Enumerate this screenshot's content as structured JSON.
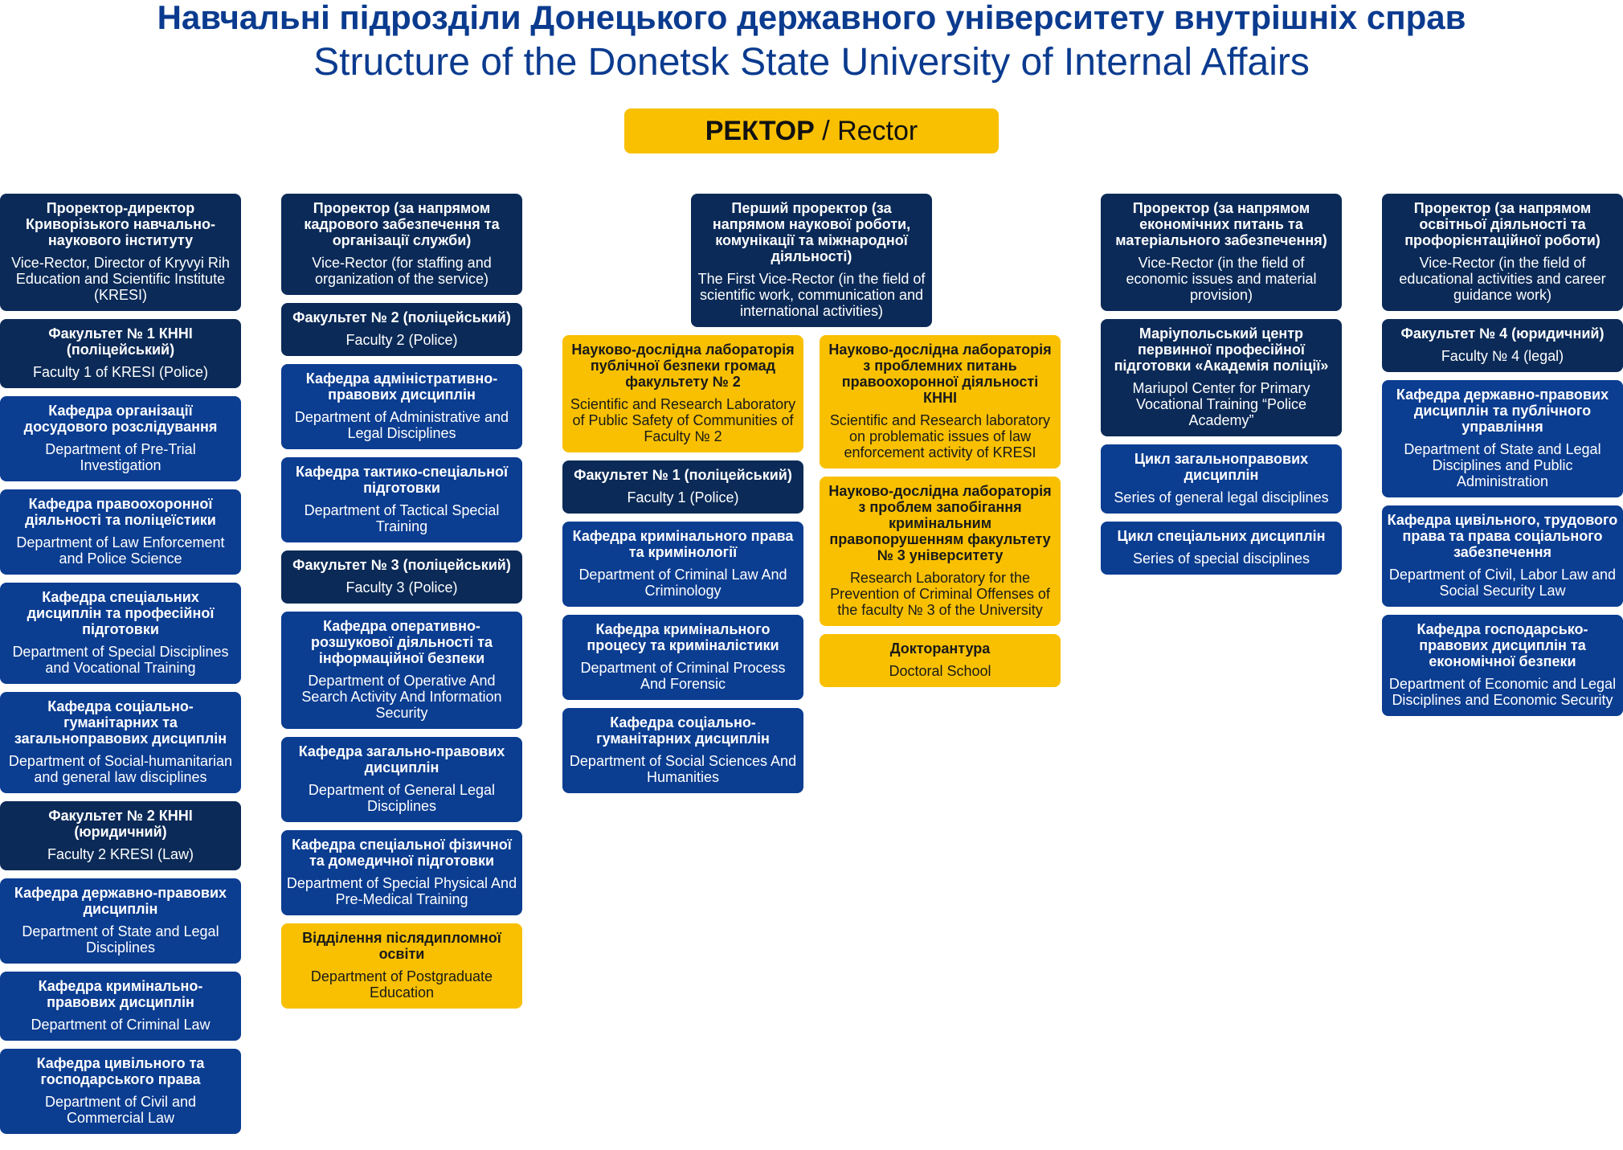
{
  "title_uk": "Навчальні підрозділи Донецького державного університету внутрішніх справ",
  "title_en": "Structure of the Donetsk State University of Internal Affairs",
  "rector": {
    "ua": "РЕКТОР",
    "sep": " / ",
    "en": "Rector"
  },
  "col1": [
    {
      "style": "navy",
      "ua": "Проректор-директор Криворізького навчально-наукового інституту",
      "en": "Vice-Rector, Director of Kryvyi Rih Education and Scientific Institute (KRESI)"
    },
    {
      "style": "navy",
      "ua": "Факультет № 1 КННІ (поліцейський)",
      "en": "Faculty 1 of KRESI (Police)"
    },
    {
      "style": "blue",
      "ua": "Кафедра організації досудового розслідування",
      "en": "Department of Pre-Trial Investigation"
    },
    {
      "style": "blue",
      "ua": "Кафедра правоохоронної діяльності та поліцеїстики",
      "en": "Department of Law Enforcement and Police Science"
    },
    {
      "style": "blue",
      "ua": "Кафедра спеціальних дисциплін та професійної підготовки",
      "en": "Department of Special Disciplines and Vocational Training"
    },
    {
      "style": "blue",
      "ua": "Кафедра соціально-гуманітарних та загальноправових дисциплін",
      "en": "Department of Social-humanitarian and general law disciplines"
    },
    {
      "style": "navy",
      "ua": "Факультет № 2 КННІ (юридичний)",
      "en": "Faculty 2 KRESI (Law)"
    },
    {
      "style": "blue",
      "ua": "Кафедра державно-правових дисциплін",
      "en": "Department of State and Legal Disciplines"
    },
    {
      "style": "blue",
      "ua": "Кафедра кримінально-правових дисциплін",
      "en": "Department of Criminal Law"
    },
    {
      "style": "blue",
      "ua": "Кафедра цивільного та господарського права",
      "en": "Department of Civil and Commercial Law"
    }
  ],
  "col2": [
    {
      "style": "navy",
      "ua": "Проректор (за напрямом кадрового забезпечення та організації служби)",
      "en": "Vice-Rector (for staffing and organization of the service)"
    },
    {
      "style": "navy",
      "ua": "Факультет № 2 (поліцейський)",
      "en": "Faculty 2 (Police)"
    },
    {
      "style": "blue",
      "ua": "Кафедра адміністративно-правових дисциплін",
      "en": "Department of Administrative and Legal Disciplines"
    },
    {
      "style": "blue",
      "ua": "Кафедра тактико-спеціальної підготовки",
      "en": "Department of Tactical Special Training"
    },
    {
      "style": "navy",
      "ua": "Факультет № 3 (поліцейський)",
      "en": "Faculty 3 (Police)"
    },
    {
      "style": "blue",
      "ua": "Кафедра оперативно-розшукової діяльності та інформаційної безпеки",
      "en": "Department of Operative And Search Activity And Information Security"
    },
    {
      "style": "blue",
      "ua": "Кафедра загально-правових дисциплін",
      "en": "Department of General Legal Disciplines"
    },
    {
      "style": "blue",
      "ua": "Кафедра спеціальної фізичної та домедичної підготовки",
      "en": "Department of Special Physical And Pre-Medical Training"
    },
    {
      "style": "yellow",
      "ua": "Відділення післядипломної освіти",
      "en": "Department of Postgraduate Education"
    }
  ],
  "col3_head": {
    "style": "navy",
    "ua": "Перший проректор (за напрямом наукової роботи, комунікації та міжнародної діяльності)",
    "en": "The First Vice-Rector (in the field of scientific work, communication and international activities)"
  },
  "col3a": [
    {
      "style": "yellow",
      "ua": "Науково-дослідна лабораторія публічної безпеки громад факультету № 2",
      "en": "Scientific and Research Laboratory of Public Safety of Communities of Faculty № 2"
    },
    {
      "style": "navy",
      "ua": "Факультет № 1 (поліцейський)",
      "en": "Faculty 1 (Police)"
    },
    {
      "style": "blue",
      "ua": "Кафедра кримінального права та кримінології",
      "en": "Department of Criminal Law And Criminology"
    },
    {
      "style": "blue",
      "ua": "Кафедра кримінального процесу та криміналістики",
      "en": "Department of Criminal Process And Forensic"
    },
    {
      "style": "blue",
      "ua": "Кафедра соціально-гуманітарних дисциплін",
      "en": "Department of Social Sciences And Humanities"
    }
  ],
  "col3b": [
    {
      "style": "yellow",
      "ua": "Науково-дослідна лабораторія з проблемних питань правоохоронної діяльності КННІ",
      "en": "Scientific and Research laboratory on problematic issues of law enforcement activity of KRESI"
    },
    {
      "style": "yellow",
      "ua": "Науково-дослідна лабораторія з проблем запобігання кримінальним правопорушенням факультету № 3 університету",
      "en": "Research Laboratory for the Prevention of Criminal Offenses of the faculty № 3 of the University"
    },
    {
      "style": "yellow",
      "ua": "Докторантура",
      "en": "Doctoral School"
    }
  ],
  "col4": [
    {
      "style": "navy",
      "ua": "Проректор (за напрямом економічних питань та матеріального забезпечення)",
      "en": "Vice-Rector (in the field of economic issues and material provision)"
    },
    {
      "style": "navy",
      "ua": "Маріупольський центр первинної професійної підготовки «Академія поліції»",
      "en": "Mariupol Center for Primary Vocational Training “Police Academy”"
    },
    {
      "style": "blue",
      "ua": "Цикл загальноправових дисциплін",
      "en": "Series of general legal disciplines"
    },
    {
      "style": "blue",
      "ua": "Цикл спеціальних дисциплін",
      "en": "Series of special disciplines"
    }
  ],
  "col5": [
    {
      "style": "navy",
      "ua": "Проректор (за напрямом освітньої діяльності та профорієнтаційної роботи)",
      "en": "Vice-Rector (in the field of educational activities and career guidance work)"
    },
    {
      "style": "navy",
      "ua": "Факультет № 4 (юридичний)",
      "en": "Faculty № 4 (legal)"
    },
    {
      "style": "blue",
      "ua": "Кафедра державно-правових дисциплін та публічного управління",
      "en": "Department of State and Legal Disciplines and Public Administration"
    },
    {
      "style": "blue",
      "ua": "Кафедра цивільного, трудового права та права соціального забезпечення",
      "en": "Department of Civil, Labor Law and Social Security Law"
    },
    {
      "style": "blue",
      "ua": "Кафедра господарсько-правових дисциплін та економічної безпеки",
      "en": "Department of Economic and Legal Disciplines and Economic Security"
    }
  ]
}
